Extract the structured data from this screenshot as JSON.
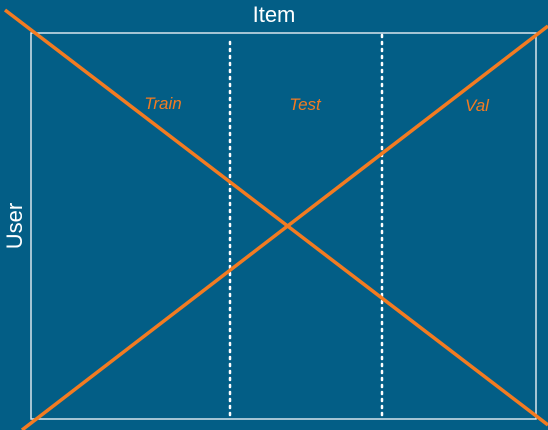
{
  "axes": {
    "top_label": "Item",
    "left_label": "User"
  },
  "splits": [
    {
      "label": "Train"
    },
    {
      "label": "Test"
    },
    {
      "label": "Val"
    }
  ],
  "colors": {
    "background": "#035e86",
    "border": "#d9e6ee",
    "cross_lines": "#f37b21",
    "split_label": "#f37b21",
    "divider": "#ffffff",
    "axis_text": "#ffffff"
  }
}
